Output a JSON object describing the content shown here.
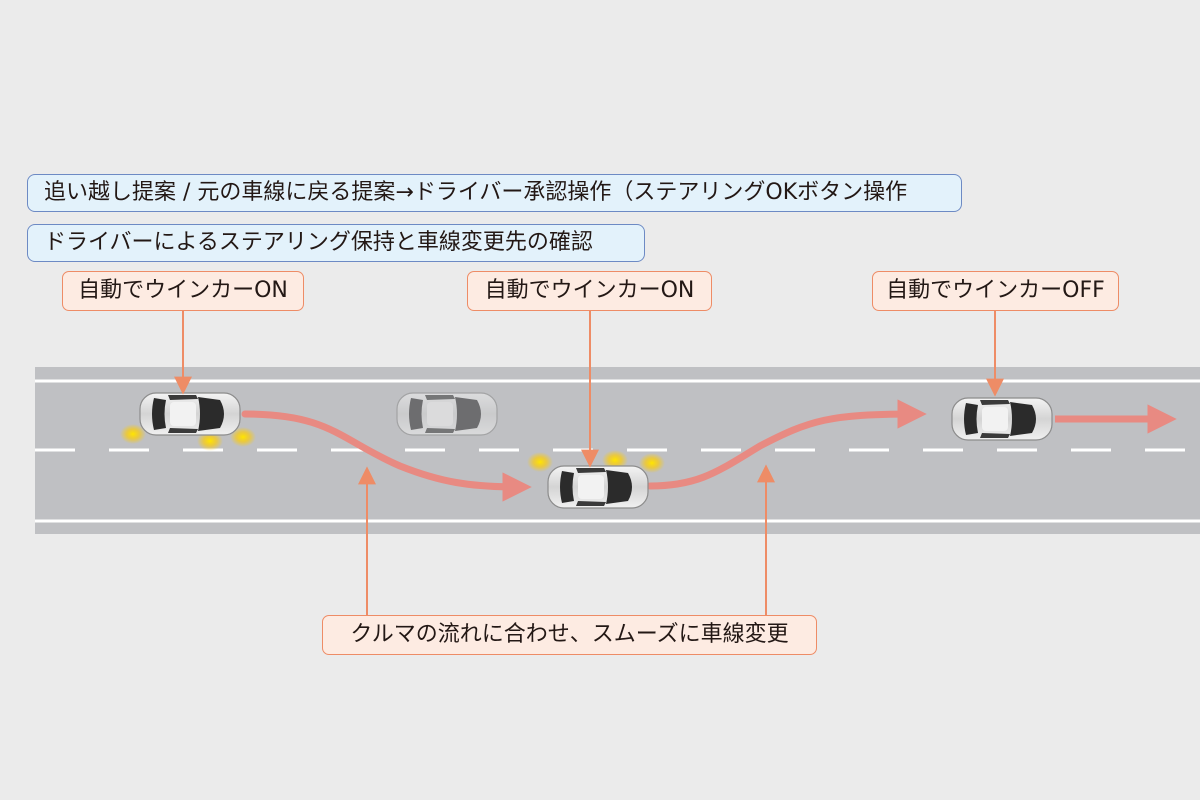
{
  "info_boxes": [
    "追い越し提案 / 元の車線に戻る提案→ドライバー承認操作（ステアリングOKボタン操作",
    "ドライバーによるステアリング保持と車線変更先の確認"
  ],
  "callouts": {
    "blinker_on_1": "自動でウインカーON",
    "blinker_on_2": "自動でウインカーON",
    "blinker_off": "自動でウインカーOFF",
    "lane_change": "クルマの流れに合わせ、スムーズに車線変更"
  },
  "colors": {
    "road": "#bfc0c3",
    "lane_line": "#ffffff",
    "path": "#e88a82",
    "callout_border": "#ee8c66",
    "callout_fill": "#fdebe2",
    "info_border": "#6d8ac4",
    "info_fill": "#e3f2fb",
    "blinker": "#ffd400"
  }
}
